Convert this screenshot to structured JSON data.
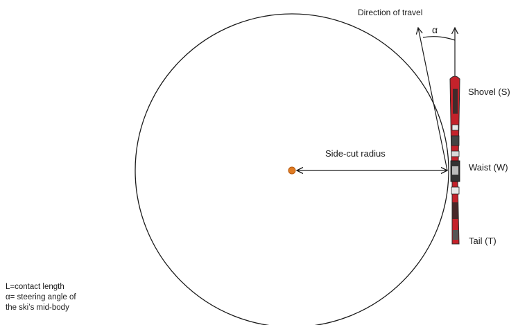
{
  "diagram": {
    "direction_label": "Direction of travel",
    "angle_symbol": "α",
    "radius_label": "Side-cut radius",
    "shovel_label": "Shovel (S)",
    "waist_label": "Waist (W)",
    "tail_label": "Tail (T)"
  },
  "legend": {
    "line1": "L=contact length",
    "line2": "α= steering angle of",
    "line3": "the ski’s mid-body"
  },
  "colors": {
    "circle": "#1a1a1a",
    "center_dot": "#e07b22",
    "ski_red": "#c4222b",
    "ski_dark": "#333333"
  }
}
